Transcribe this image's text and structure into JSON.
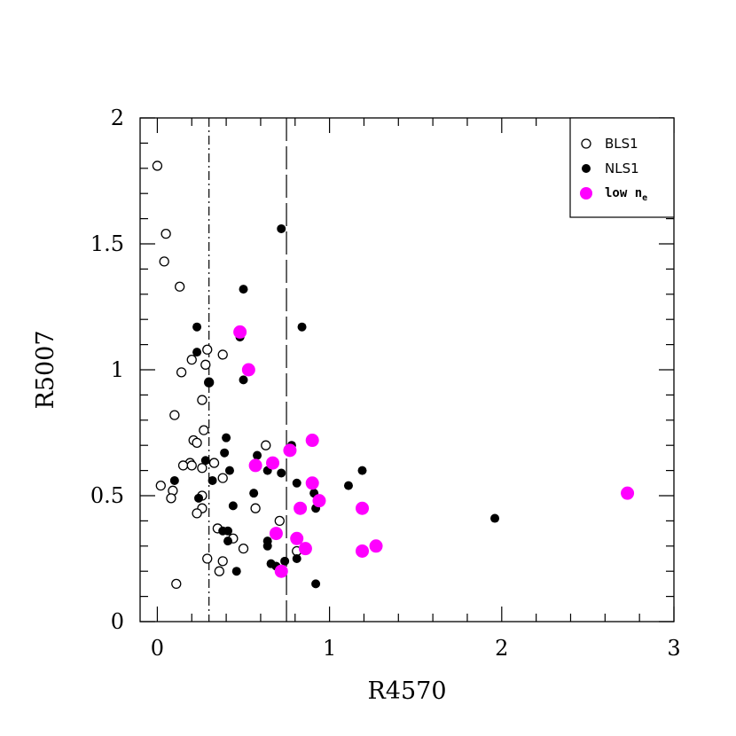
{
  "chart_data": {
    "type": "scatter",
    "xlabel": "R4570",
    "ylabel": "R5007",
    "xlim": [
      -0.1,
      3
    ],
    "ylim": [
      0,
      2
    ],
    "xticks": [
      "0",
      "1",
      "2",
      "3"
    ],
    "yticks": [
      "0",
      "0.5",
      "1",
      "1.5",
      "2"
    ],
    "legend_position": "top-right",
    "vlines": [
      {
        "x": 0.3,
        "style": "dashdot"
      },
      {
        "x": 0.75,
        "style": "longdash"
      }
    ],
    "series": [
      {
        "name": "BLS1",
        "marker": "open-circle",
        "color": "#000000",
        "points": [
          [
            0.0,
            1.81
          ],
          [
            0.05,
            1.54
          ],
          [
            0.04,
            1.43
          ],
          [
            0.13,
            1.33
          ],
          [
            0.29,
            1.08
          ],
          [
            0.2,
            1.04
          ],
          [
            0.38,
            1.06
          ],
          [
            0.28,
            1.02
          ],
          [
            0.14,
            0.99
          ],
          [
            0.3,
            0.95
          ],
          [
            0.26,
            0.88
          ],
          [
            0.1,
            0.82
          ],
          [
            0.27,
            0.76
          ],
          [
            0.21,
            0.72
          ],
          [
            0.23,
            0.71
          ],
          [
            0.63,
            0.7
          ],
          [
            0.19,
            0.63
          ],
          [
            0.33,
            0.63
          ],
          [
            0.15,
            0.62
          ],
          [
            0.2,
            0.62
          ],
          [
            0.26,
            0.61
          ],
          [
            0.38,
            0.57
          ],
          [
            0.02,
            0.54
          ],
          [
            0.09,
            0.52
          ],
          [
            0.26,
            0.5
          ],
          [
            0.08,
            0.49
          ],
          [
            0.26,
            0.45
          ],
          [
            0.23,
            0.43
          ],
          [
            0.57,
            0.45
          ],
          [
            0.71,
            0.4
          ],
          [
            0.35,
            0.37
          ],
          [
            0.44,
            0.33
          ],
          [
            0.5,
            0.29
          ],
          [
            0.81,
            0.28
          ],
          [
            0.29,
            0.25
          ],
          [
            0.38,
            0.24
          ],
          [
            0.36,
            0.2
          ],
          [
            0.11,
            0.15
          ]
        ]
      },
      {
        "name": "NLS1",
        "marker": "filled-circle",
        "color": "#000000",
        "points": [
          [
            0.72,
            1.56
          ],
          [
            0.5,
            1.32
          ],
          [
            0.23,
            1.17
          ],
          [
            0.84,
            1.17
          ],
          [
            0.48,
            1.13
          ],
          [
            0.23,
            1.07
          ],
          [
            0.3,
            0.95
          ],
          [
            0.5,
            0.96
          ],
          [
            0.4,
            0.73
          ],
          [
            0.78,
            0.7
          ],
          [
            0.58,
            0.66
          ],
          [
            0.39,
            0.67
          ],
          [
            0.28,
            0.64
          ],
          [
            0.64,
            0.6
          ],
          [
            0.42,
            0.6
          ],
          [
            0.72,
            0.59
          ],
          [
            1.19,
            0.6
          ],
          [
            0.32,
            0.56
          ],
          [
            0.1,
            0.56
          ],
          [
            0.81,
            0.55
          ],
          [
            1.11,
            0.54
          ],
          [
            0.56,
            0.51
          ],
          [
            0.91,
            0.51
          ],
          [
            0.24,
            0.49
          ],
          [
            0.44,
            0.46
          ],
          [
            0.92,
            0.45
          ],
          [
            1.96,
            0.41
          ],
          [
            0.38,
            0.36
          ],
          [
            0.41,
            0.36
          ],
          [
            0.41,
            0.32
          ],
          [
            0.64,
            0.32
          ],
          [
            0.64,
            0.3
          ],
          [
            0.66,
            0.23
          ],
          [
            0.69,
            0.22
          ],
          [
            0.74,
            0.24
          ],
          [
            0.81,
            0.25
          ],
          [
            0.46,
            0.2
          ],
          [
            0.92,
            0.15
          ]
        ]
      },
      {
        "name": "low n_e",
        "marker": "filled-circle",
        "color": "#ff00ff",
        "points": [
          [
            0.48,
            1.15
          ],
          [
            0.53,
            1.0
          ],
          [
            0.9,
            0.72
          ],
          [
            0.77,
            0.68
          ],
          [
            0.67,
            0.63
          ],
          [
            0.57,
            0.62
          ],
          [
            0.9,
            0.55
          ],
          [
            0.94,
            0.48
          ],
          [
            2.73,
            0.51
          ],
          [
            0.83,
            0.45
          ],
          [
            1.19,
            0.45
          ],
          [
            0.69,
            0.35
          ],
          [
            0.81,
            0.33
          ],
          [
            0.86,
            0.29
          ],
          [
            1.19,
            0.28
          ],
          [
            1.27,
            0.3
          ],
          [
            0.72,
            0.2
          ]
        ]
      }
    ],
    "legend": [
      {
        "label": "BLS1",
        "marker": "open-circle"
      },
      {
        "label": "NLS1",
        "marker": "filled-circle"
      },
      {
        "label": "low n",
        "subscript": "e",
        "marker": "magenta-circle"
      }
    ]
  }
}
